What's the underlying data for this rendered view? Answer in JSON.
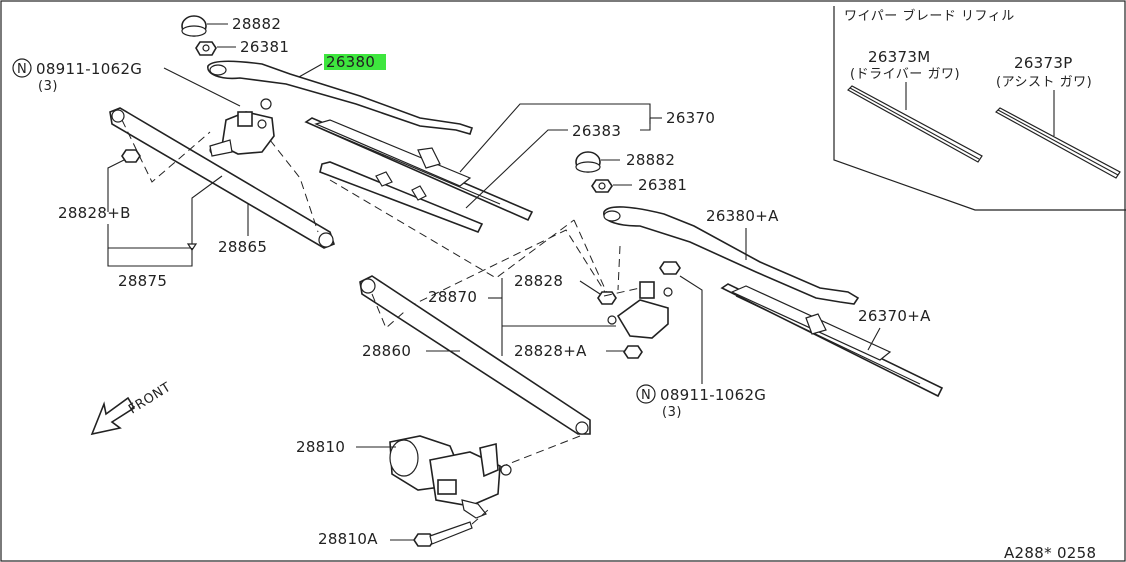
{
  "labels": {
    "p28882_top": "28882",
    "p26381_top": "26381",
    "p26380": "26380",
    "p08911_left": "08911-1062G",
    "p08911_left_qty": "(3)",
    "p26370": "26370",
    "p26383": "26383",
    "p28882_mid": "28882",
    "p26381_mid": "26381",
    "p26380A": "26380+A",
    "p28828B": "28828+B",
    "p28865": "28865",
    "p28875": "28875",
    "p28870": "28870",
    "p28828": "28828",
    "p26370A": "26370+A",
    "p28860": "28860",
    "p28828A": "28828+A",
    "p08911_right": "08911-1062G",
    "p08911_right_qty": "(3)",
    "p28810": "28810",
    "p28810A": "28810A",
    "front": "FRONT",
    "n_symbol": "N",
    "ref_code": "A288* 0258"
  },
  "refill": {
    "title": "ワイパー ブレード リフィル",
    "driver_part": "26373M",
    "driver_side": "(ドライバー ガワ)",
    "assist_part": "26373P",
    "assist_side": "(アシスト ガワ)"
  },
  "highlight_color": "#3ee63e",
  "line_color": "#222222"
}
